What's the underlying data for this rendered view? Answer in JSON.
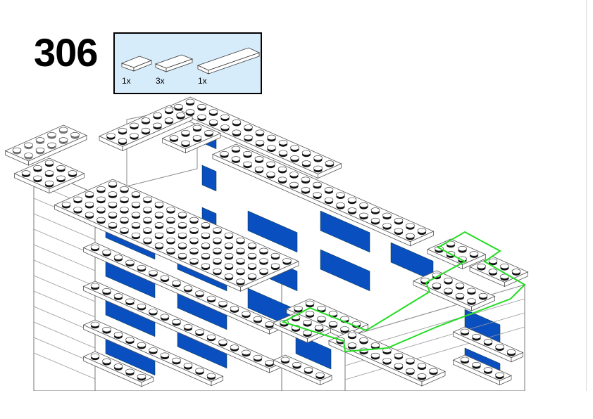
{
  "step_number": "306",
  "parts_list": [
    {
      "part": "plate-2x4-white",
      "quantity": "1x"
    },
    {
      "part": "plate-2x6-white",
      "quantity": "3x"
    },
    {
      "part": "plate-2x10-white",
      "quantity": "1x"
    }
  ],
  "colors": {
    "window_blue": "#0a4fc0",
    "highlight_green": "#22dd22",
    "parts_bg": "#d6ecfb"
  }
}
